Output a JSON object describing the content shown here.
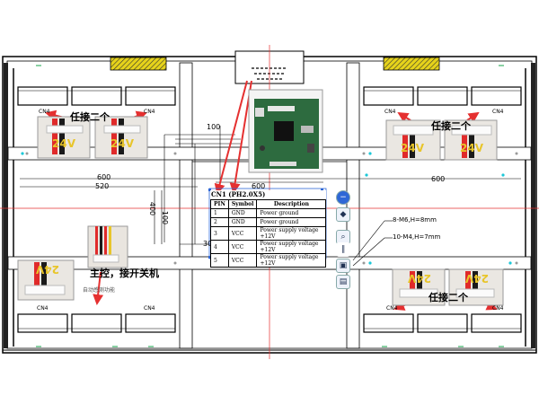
{
  "connector_label": "CN4",
  "dimensions": {
    "d100": "100",
    "d600": "600",
    "d520": "520",
    "d30": "30",
    "d400": "400",
    "d600b": "600"
  },
  "annotations": {
    "tl": "任接二个",
    "tr": "任接二个",
    "br": "任接二个",
    "main": "主控，接开关机",
    "small": "自动感测功能",
    "volt": "24V"
  },
  "screw_notes": [
    "8-M6,H=8mm",
    "10-M4,H=7mm"
  ],
  "pin_table": {
    "title": "CN1  (PH2.0X5)",
    "headers": [
      "PIN",
      "Symbol",
      "Description"
    ],
    "rows": [
      [
        "1",
        "GND",
        "Power ground"
      ],
      [
        "2",
        "GND",
        "Power ground"
      ],
      [
        "3",
        "VCC",
        "Power supply voltage +12V"
      ],
      [
        "4",
        "VCC",
        "Power supply voltage +12V"
      ],
      [
        "5",
        "VCC",
        "Power supply voltage +12V"
      ]
    ]
  },
  "colors": {
    "frame": "#000000",
    "guide": "#ff0000",
    "accent": "#2e67d6",
    "arrow": "#e53030",
    "hatch": "#e6d31a"
  }
}
